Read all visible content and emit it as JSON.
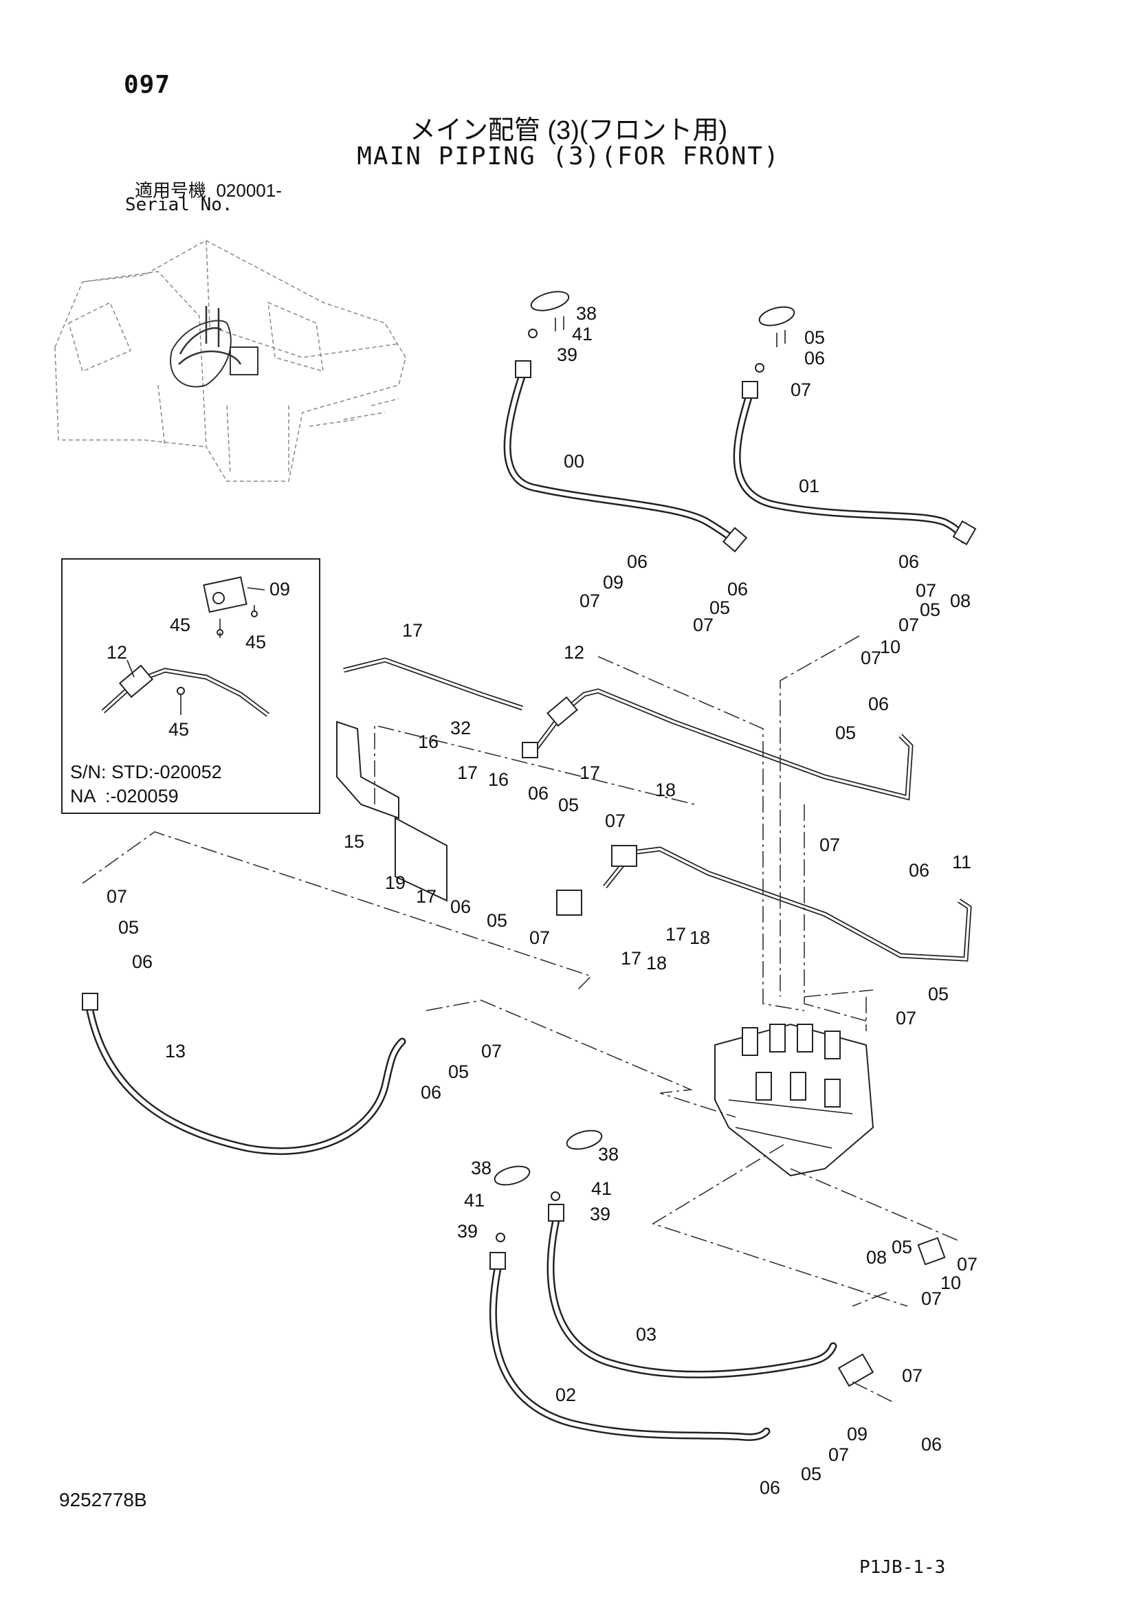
{
  "header": {
    "page_number": "097",
    "title_jp": "メイン配管 (3)(フロント用)",
    "title_en": "MAIN PIPING (3)(FOR FRONT)",
    "serial_label_jp": "適用号機",
    "serial_value": "020001-",
    "serial_label_en": "Serial No."
  },
  "inset": {
    "sn_line1": "S/N: STD:-020052",
    "sn_line2": "NA  :-020059",
    "labels": [
      "09",
      "45",
      "45",
      "12",
      "45"
    ]
  },
  "labels": [
    "38",
    "41",
    "39",
    "00",
    "05",
    "06",
    "07",
    "01",
    "06",
    "06",
    "09",
    "07",
    "05",
    "07",
    "06",
    "05",
    "07",
    "08",
    "07",
    "10",
    "07",
    "17",
    "12",
    "32",
    "16",
    "17",
    "18",
    "15",
    "06",
    "05",
    "07",
    "17",
    "16",
    "06",
    "05",
    "07",
    "19",
    "17",
    "06",
    "05",
    "07",
    "17",
    "18",
    "17",
    "18",
    "06",
    "11",
    "05",
    "07",
    "07",
    "05",
    "06",
    "13",
    "07",
    "05",
    "06",
    "38",
    "41",
    "39",
    "38",
    "41",
    "39",
    "08",
    "05",
    "07",
    "10",
    "07",
    "03",
    "07",
    "02",
    "09",
    "07",
    "06",
    "06",
    "05"
  ],
  "footer": {
    "document_number": "9252778B",
    "sheet_code": "P1JB-1-3"
  }
}
